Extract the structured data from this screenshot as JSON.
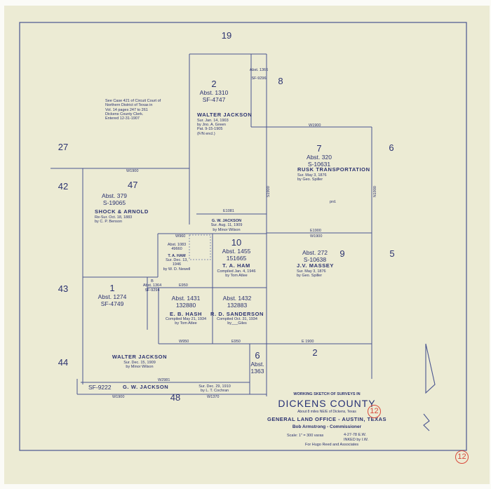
{
  "title_block": {
    "heading": "WORKING SKETCH OF SURVEYS IN",
    "county": "DICKENS COUNTY",
    "location": "About 8 miles NE/E of Dickens, Texas",
    "office": "GENERAL LAND OFFICE - AUSTIN, TEXAS",
    "commissioner": "Bob Armstrong - Commissioner",
    "scale": "Scale: 1\" = 300 varas",
    "date": "4-27-78 E.W.",
    "inked": "INKED by I.W.",
    "for": "For Hugo Reed and Associates",
    "sketch_number": "12"
  },
  "court_note": [
    "See Case 421 of Circuit Court of",
    "Northern District of Texas in",
    "Vol. 14 pages 247 to 261",
    "Dickens County Clerk.",
    "Entered 12-31-1907"
  ],
  "adjoining_numbers": {
    "n19": "19",
    "n8": "8",
    "n27": "27",
    "n42": "42",
    "n43": "43",
    "n44": "44",
    "n48": "48",
    "n6": "6",
    "n5": "5",
    "n2": "2"
  },
  "surveys": {
    "s2": {
      "num": "2",
      "abst": "Abst. 1310",
      "file": "SF-4747",
      "owner": "WALTER JACKSON",
      "notes": [
        "Sur. Jan. 14, 1903",
        "by Jno. A. Green",
        "Pat. 9-15-1905",
        "(F/N encl.)"
      ]
    },
    "s1366": {
      "abst": "Abst. 1366",
      "file": "SF-9296"
    },
    "s7": {
      "num": "7",
      "abst": "Abst. 320",
      "file": "S-10631",
      "owner": "RUSK TRANSPORTATION",
      "notes": [
        "Sur. May 3, 1876",
        "by Geo. Spiller"
      ]
    },
    "s47": {
      "num": "47",
      "abst": "Abst. 379",
      "file": "S-19065",
      "owner": "SHOCK & ARNOLD",
      "notes": [
        "Re-Sur. Oct. 18, 1883",
        "by C. P. Benson"
      ]
    },
    "gw_jackson_n": {
      "owner": "G. W. JACKSON",
      "notes": [
        "Sur. Aug. 11, 1909",
        "by Minor Wilson"
      ]
    },
    "s10": {
      "num": "10",
      "abst": "Abst. 1455",
      "file": "151665",
      "owner": "T. A. HAM",
      "notes": [
        "Compiled Jan. 4, 1946",
        "by Tom Atlee"
      ]
    },
    "s9": {
      "num": "9",
      "abst": "Abst. 272",
      "file": "S-10638",
      "owner": "J.V. MASSEY",
      "notes": [
        "Sur. May 3, 1876",
        "by Geo. Spiller"
      ]
    },
    "ham_small": {
      "abst": "Abst. 1083",
      "file": "49660",
      "owner": "T. A. HAM",
      "notes": [
        "Sur. Dec. 13,",
        "1946",
        "by W. D. Newell"
      ]
    },
    "s1": {
      "num": "1",
      "abst": "Abst. 1274",
      "file": "SF-4749"
    },
    "sB": {
      "num": "B",
      "abst": "Abst. 1364",
      "file": "SF-9294"
    },
    "hash": {
      "abst": "Abst. 1431",
      "file": "132880",
      "owner": "E. B. HASH",
      "notes": [
        "Compiled May 21, 1934",
        "by Tom Atlee"
      ]
    },
    "sanderson": {
      "abst": "Abst. 1432",
      "file": "132883",
      "owner": "R. D. SANDERSON",
      "notes": [
        "Compiled Oct. 31, 1934",
        "by___Giles"
      ]
    },
    "wj_south": {
      "owner": "WALTER JACKSON",
      "notes": [
        "Sur. Dec. 15, 1909",
        "by Minor Wilson"
      ]
    },
    "s6": {
      "num": "6",
      "abst": "Abst.",
      "file": "1363"
    },
    "gw_south": {
      "file": "SF-9222",
      "owner": "G. W. JACKSON",
      "notes": [
        "Sur. Dec. 29, 1910",
        "by L. T. Cochran"
      ]
    }
  },
  "calls": {
    "w1900a": "W1900",
    "w1900b": "W1900",
    "e1900": "E1900",
    "w1900c": "W1900",
    "e1081": "E1081",
    "w960": "W960",
    "e950": "E950",
    "e950b": "E950",
    "w950": "W950",
    "e1900b": "E 1900",
    "w2981": "W2981",
    "w1370": "W1370",
    "w1900d": "W1900",
    "n1900": "N1900",
    "s1900": "S1900",
    "prd": "prd."
  },
  "colors": {
    "ink": "#2b3270",
    "paper": "#ecebd4",
    "red_stamp": "#d9493b"
  }
}
